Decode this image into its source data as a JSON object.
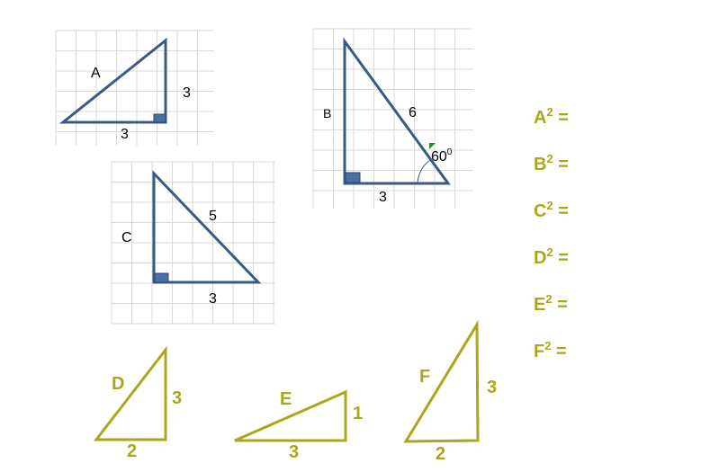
{
  "triangle_a": {
    "name": "A",
    "leg_vertical": "3",
    "leg_horizontal": "3"
  },
  "triangle_b": {
    "name": "B",
    "hypotenuse": "6",
    "base": "3",
    "angle": "60",
    "angle_unit": "0"
  },
  "triangle_c": {
    "name": "C",
    "hypotenuse": "5",
    "base": "3"
  },
  "triangle_d": {
    "name": "D",
    "leg_vertical": "3",
    "base": "2"
  },
  "triangle_e": {
    "name": "E",
    "leg_vertical": "1",
    "base": "3"
  },
  "triangle_f": {
    "name": "F",
    "leg_vertical": "3",
    "base": "2"
  },
  "equations": [
    {
      "letter": "A",
      "power": "2",
      "sign": "="
    },
    {
      "letter": "B",
      "power": "2",
      "sign": "="
    },
    {
      "letter": "C",
      "power": "2",
      "sign": "="
    },
    {
      "letter": "D",
      "power": "2",
      "sign": "="
    },
    {
      "letter": "E",
      "power": "2",
      "sign": "="
    },
    {
      "letter": "F",
      "power": "2",
      "sign": "="
    }
  ],
  "colors": {
    "blue_stroke": "#3a5a86",
    "olive": "#a9a81c",
    "right_angle_mark": "#4a6fa5",
    "angle_marker": "#2a8a2a",
    "grid": "#d9d9d9"
  }
}
